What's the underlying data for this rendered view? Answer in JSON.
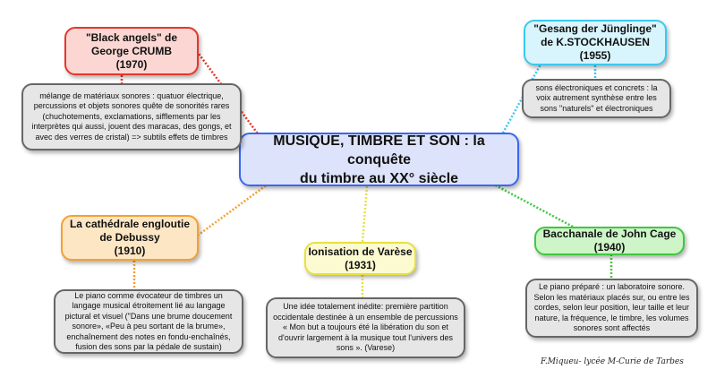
{
  "center": {
    "line1": "MUSIQUE, TIMBRE ET SON : la conquête",
    "line2": "du timbre au XX° siècle"
  },
  "nodes": [
    {
      "title1": "\"Black angels\" de",
      "title2": "George CRUMB",
      "year": "(1970)",
      "desc": "mélange de matériaux sonores : quatuor électrique, percussions et objets sonores quête de sonorités rares (chuchotements, exclamations, sifflements par les interprètes qui aussi, jouent des maracas, des gongs, et avec des verres de cristal) => subtils effets de timbres",
      "color": "#e8352b"
    },
    {
      "title1": "\"Gesang der Jünglinge\"",
      "title2": "de K.STOCKHAUSEN",
      "year": "(1955)",
      "desc": "sons électroniques et concrets : la voix autrement synthèse entre les sons \"naturels\" et électroniques",
      "color": "#3cc8f0"
    },
    {
      "title1": "La cathédrale engloutie",
      "title2": "de Debussy",
      "year": "(1910)",
      "desc": "Le piano comme évocateur de timbres un langage musical étroitement lié au langage pictural et visuel (\"Dans une brume doucement sonore», «Peu à peu sortant de la brume», enchaînement des notes en fondu-enchaînés, fusion des sons par la pédale de sustain)",
      "color": "#f5a030"
    },
    {
      "title1": "Ionisation de Varèse",
      "title2": "",
      "year": "(1931)",
      "desc": "Une idée totalement inédite: première partition occidentale destinée à un ensemble de percussions « Mon but a toujours été la libération du son et d'ouvrir largement à la musique tout l'univers des sons ». (Varese)",
      "color": "#e8e040"
    },
    {
      "title1": "Bacchanale de John Cage",
      "title2": "",
      "year": "(1940)",
      "desc": "Le piano préparé : un laboratoire sonore. Selon les matériaux placés sur, ou entre les cordes, selon leur position, leur taille et leur nature, la fréquence, le timbre, les volumes sonores sont affectés",
      "color": "#40c840"
    }
  ],
  "signature": "F.Miqueu- lycée M-Curie de Tarbes"
}
